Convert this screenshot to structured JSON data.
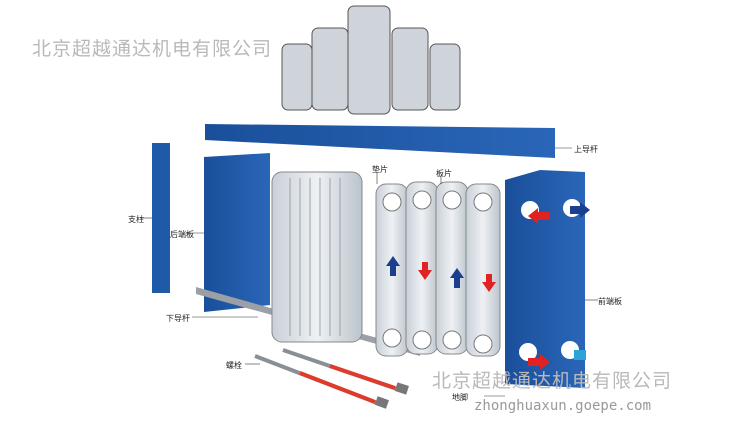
{
  "labels": {
    "upper_guide_bar": "上导杆",
    "gasket": "垫片",
    "plate": "板片",
    "support_column": "支柱",
    "rear_end_plate": "后端板",
    "lower_guide_bar": "下导杆",
    "front_end_plate": "前端板",
    "bolt": "螺栓",
    "foot": "地脚"
  },
  "watermarks": {
    "company_top": "北京超越通达机电有限公司",
    "company_bottom": "北京超越通达机电有限公司",
    "website": "zhonghuaxun.goepe.com"
  },
  "colors": {
    "frame_blue": "#1f5aa8",
    "plate_gray": "#dfe4ea",
    "hot_red": "#e02222",
    "cold_blue": "#1a3f8f"
  }
}
